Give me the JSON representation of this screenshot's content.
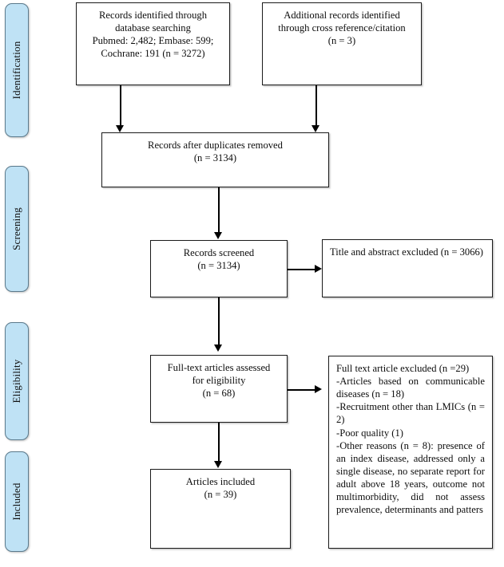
{
  "diagram": {
    "type": "prisma-flow-diagram",
    "stages": [
      {
        "id": "identification",
        "label": "Identification"
      },
      {
        "id": "screening",
        "label": "Screening"
      },
      {
        "id": "eligibility",
        "label": "Eligibility"
      },
      {
        "id": "included",
        "label": "Included"
      }
    ],
    "boxes": {
      "database_search": {
        "line1": "Records identified through",
        "line2": "database searching",
        "line3": "Pubmed: 2,482; Embase: 599;",
        "line4": "Cochrane: 191 (n = 3272)"
      },
      "additional_records": {
        "line1": "Additional records identified",
        "line2": "through cross reference/citation",
        "line3": "(n = 3)"
      },
      "duplicates_removed": {
        "line1": "Records after duplicates removed",
        "line2": "(n = 3134)"
      },
      "records_screened": {
        "line1": "Records screened",
        "line2": "(n = 3134)"
      },
      "title_abstract_excluded": {
        "text": "Title and abstract excluded (n = 3066)"
      },
      "fulltext_assessed": {
        "line1": "Full-text articles assessed",
        "line2": "for eligibility",
        "line3": "(n = 68)"
      },
      "fulltext_excluded": {
        "heading": "Full text article excluded (n =29)",
        "reasons": [
          "-Articles based on communicable diseases (n = 18)",
          "-Recruitment other than LMICs (n = 2)",
          "-Poor quality (1)",
          "-Other reasons (n = 8): presence of an index disease, addressed only a single disease, no separate report for adult above 18 years, outcome not multimorbidity, did not assess prevalence, determinants and patters"
        ]
      },
      "articles_included": {
        "line1": "Articles included",
        "line2": "(n = 39)"
      }
    },
    "counts": {
      "pubmed": 2482,
      "embase": 599,
      "cochrane": 191,
      "database_total": 3272,
      "additional_records": 3,
      "after_duplicates": 3134,
      "screened": 3134,
      "title_abstract_excluded": 3066,
      "fulltext_assessed": 68,
      "fulltext_excluded": 29,
      "excluded_communicable": 18,
      "excluded_non_lmic": 2,
      "excluded_poor_quality": 1,
      "excluded_other": 8,
      "included": 39
    },
    "colors": {
      "stage_fill": "#bfe2f5",
      "stage_border": "#5b7a8c",
      "box_border": "#1a1a1a",
      "box_fill": "#ffffff",
      "connector": "#000000"
    }
  }
}
